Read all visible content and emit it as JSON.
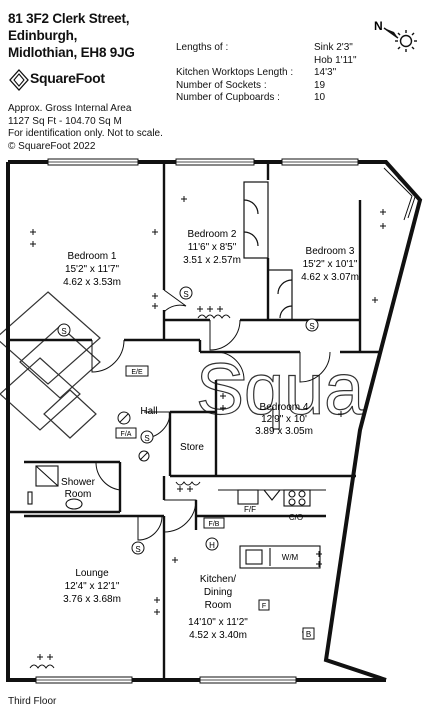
{
  "address": {
    "line1": "81 3F2 Clerk Street,",
    "line2": "Edinburgh,",
    "line3": "Midlothian, EH8 9JG"
  },
  "logo": {
    "text": "SquareFoot"
  },
  "meta": {
    "line1": "Approx. Gross Internal Area",
    "line2": "1127 Sq Ft - 104.70 Sq M",
    "line3": "For identification only. Not to scale.",
    "line4": "© SquareFoot 2022"
  },
  "specs": [
    {
      "label": "Lengths of :",
      "value": "Sink 2'3\""
    },
    {
      "label": "",
      "value": "Hob 1'11\""
    },
    {
      "label": "Kitchen Worktops Length :",
      "value": "14'3\""
    },
    {
      "label": "Number of Sockets :",
      "value": "19"
    },
    {
      "label": "Number of Cupboards :",
      "value": "10"
    }
  ],
  "compass": {
    "label": "N"
  },
  "watermark": "Squa",
  "rooms": {
    "bedroom1": {
      "name": "Bedroom 1",
      "imperial": "15'2\" x 11'7\"",
      "metric": "4.62 x 3.53m"
    },
    "bedroom2": {
      "name": "Bedroom 2",
      "imperial": "11'6\" x 8'5\"",
      "metric": "3.51 x 2.57m"
    },
    "bedroom3": {
      "name": "Bedroom 3",
      "imperial": "15'2\" x 10'1\"",
      "metric": "4.62 x 3.07m"
    },
    "bedroom4": {
      "name": "Bedroom 4",
      "imperial": "12'9\" x 10'",
      "metric": "3.89 x 3.05m"
    },
    "hall": {
      "name": "Hall"
    },
    "store": {
      "name": "Store"
    },
    "shower": {
      "name1": "Shower",
      "name2": "Room"
    },
    "lounge": {
      "name": "Lounge",
      "imperial": "12'4\" x 12'1\"",
      "metric": "3.76 x 3.68m"
    },
    "kitchen": {
      "name1": "Kitchen/",
      "name2": "Dining",
      "name3": "Room",
      "imperial": "14'10\" x 11'2\"",
      "metric": "4.52 x 3.40m"
    }
  },
  "symbols": {
    "smoke": "S",
    "heat": "H",
    "fridge_freezer": "F/F",
    "cooker": "C/O",
    "washing_machine": "W/M",
    "fire_alarm": "F/A",
    "fuse_board": "F/B",
    "electric": "E/E",
    "boiler": "B",
    "fire": "F"
  },
  "floor_label": "Third Floor"
}
